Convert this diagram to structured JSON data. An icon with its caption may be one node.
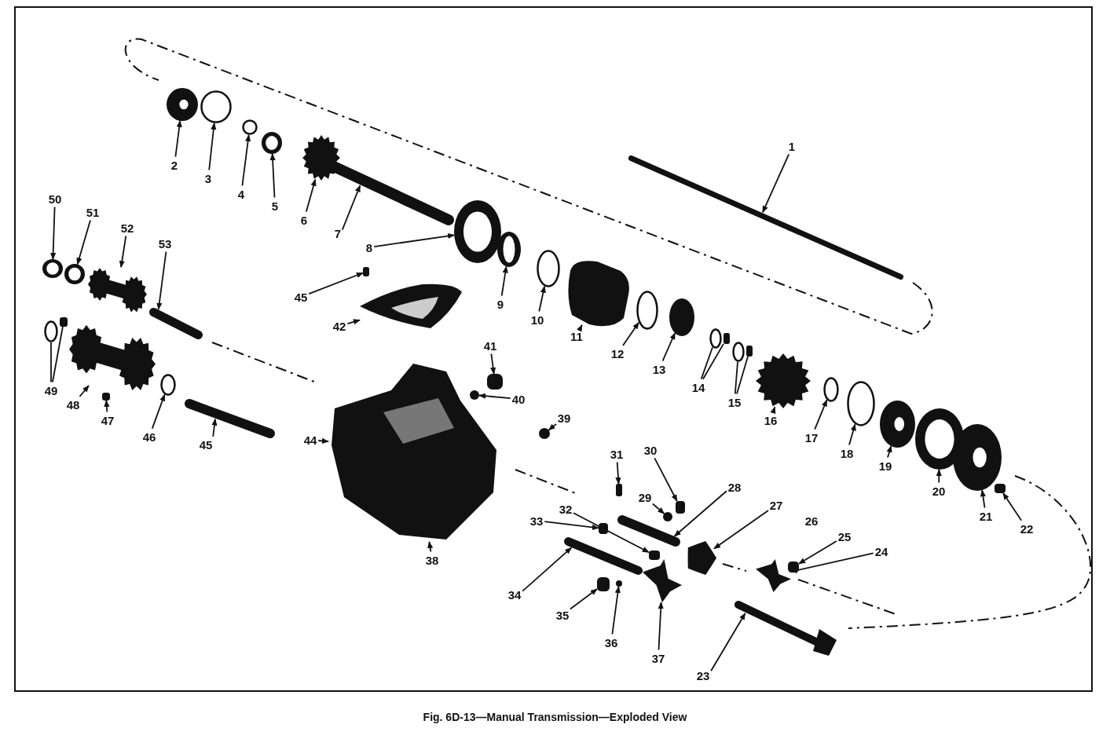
{
  "diagram": {
    "caption": "Fig. 6D-13—Manual Transmission—Exploded View",
    "nodes": [
      {
        "text": [
          "1"
        ]
      },
      {
        "text": [],
        "shape": "picture"
      },
      {
        "text": [
          "2"
        ]
      },
      {
        "text": [],
        "shape": "circle"
      },
      {
        "text": [
          "3"
        ]
      },
      {
        "text": [],
        "shape": "circle"
      },
      {
        "text": [
          "4"
        ]
      },
      {
        "text": [],
        "shape": "circle"
      },
      {
        "text": [
          "5"
        ]
      },
      {
        "text": [],
        "shape": "circle"
      },
      {
        "text": [
          "6"
        ]
      },
      {
        "text": [],
        "shape": "picture"
      },
      {
        "text": [
          "7"
        ]
      },
      {
        "text": [],
        "shape": "picture"
      },
      {
        "text": [
          "8"
        ]
      },
      {
        "text": [],
        "shape": "circle"
      },
      {
        "text": [
          "9"
        ]
      },
      {
        "text": [],
        "shape": "circle"
      },
      {
        "text": [
          "10"
        ]
      },
      {
        "text": [],
        "shape": "circle"
      },
      {
        "text": [
          "11"
        ]
      },
      {
        "text": [],
        "shape": "picture"
      },
      {
        "text": [
          "12"
        ]
      },
      {
        "text": [],
        "shape": "circle"
      },
      {
        "text": [
          "13"
        ]
      },
      {
        "text": [],
        "shape": "circle"
      },
      {
        "text": [
          "14"
        ]
      },
      {
        "text": [],
        "shape": "circle"
      },
      {
        "text": [],
        "shape": "bar"
      },
      {
        "text": [
          "15"
        ]
      },
      {
        "text": [],
        "shape": "circle"
      },
      {
        "text": [],
        "shape": "bar"
      },
      {
        "text": [
          "16"
        ]
      },
      {
        "text": [],
        "shape": "picture"
      },
      {
        "text": [
          "17"
        ]
      },
      {
        "text": [],
        "shape": "circle"
      },
      {
        "text": [
          "18"
        ]
      },
      {
        "text": [],
        "shape": "circle"
      },
      {
        "text": [
          "19"
        ]
      },
      {
        "text": [],
        "shape": "circle"
      },
      {
        "text": [
          "20"
        ]
      },
      {
        "text": [],
        "shape": "circle"
      },
      {
        "text": [
          "21"
        ]
      },
      {
        "text": [],
        "shape": "circle"
      },
      {
        "text": [
          "22"
        ]
      },
      {
        "text": [],
        "shape": "bar"
      },
      {
        "text": [
          "23"
        ]
      },
      {
        "text": [],
        "shape": "picture"
      },
      {
        "text": [
          "24"
        ]
      },
      {
        "text": [],
        "shape": "picture"
      },
      {
        "text": [
          "25"
        ]
      },
      {
        "text": [],
        "shape": "bar"
      },
      {
        "text": [
          "27"
        ]
      },
      {
        "text": [],
        "shape": "picture"
      },
      {
        "text": [
          "28"
        ]
      },
      {
        "text": [],
        "shape": "picture"
      },
      {
        "text": [
          "29"
        ]
      },
      {
        "text": [],
        "shape": "circle"
      },
      {
        "text": [
          "30"
        ]
      },
      {
        "text": [],
        "shape": "bar"
      },
      {
        "text": [
          "31"
        ]
      },
      {
        "text": [],
        "shape": "bar"
      },
      {
        "text": [
          "32"
        ]
      },
      {
        "text": [],
        "shape": "bar"
      },
      {
        "text": [
          "33"
        ]
      },
      {
        "text": [],
        "shape": "bar"
      },
      {
        "text": [
          "34"
        ]
      },
      {
        "text": [],
        "shape": "picture"
      },
      {
        "text": [
          "35"
        ]
      },
      {
        "text": [],
        "shape": "bar"
      },
      {
        "text": [
          "36"
        ]
      },
      {
        "text": [],
        "shape": "circle"
      },
      {
        "text": [
          "37"
        ]
      },
      {
        "text": [],
        "shape": "picture"
      },
      {
        "text": [
          "38"
        ]
      },
      {
        "text": [],
        "shape": "picture"
      },
      {
        "text": [
          "39"
        ]
      },
      {
        "text": [],
        "shape": "circle"
      },
      {
        "text": [
          "40"
        ]
      },
      {
        "text": [],
        "shape": "circle"
      },
      {
        "text": [
          "41"
        ]
      },
      {
        "text": [],
        "shape": "bar"
      },
      {
        "text": [
          "42"
        ]
      },
      {
        "text": [],
        "shape": "picture"
      },
      {
        "text": [
          "44"
        ]
      },
      {
        "text": [
          "45"
        ]
      },
      {
        "text": [],
        "shape": "bar"
      },
      {
        "text": [
          "45"
        ]
      },
      {
        "text": [],
        "shape": "picture"
      },
      {
        "text": [
          "46"
        ]
      },
      {
        "text": [],
        "shape": "circle"
      },
      {
        "text": [
          "47"
        ]
      },
      {
        "text": [],
        "shape": "bar"
      },
      {
        "text": [
          "48"
        ]
      },
      {
        "text": [],
        "shape": "picture"
      },
      {
        "text": [
          "49"
        ]
      },
      {
        "text": [],
        "shape": "circle"
      },
      {
        "text": [],
        "shape": "bar"
      },
      {
        "text": [
          "50"
        ]
      },
      {
        "text": [],
        "shape": "circle"
      },
      {
        "text": [
          "51"
        ]
      },
      {
        "text": [],
        "shape": "circle"
      },
      {
        "text": [
          "52"
        ]
      },
      {
        "text": [],
        "shape": "picture"
      },
      {
        "text": [
          "53"
        ]
      },
      {
        "text": [],
        "shape": "picture"
      }
    ],
    "edges": [
      {
        "from": 0,
        "to": 1,
        "arrow": "to"
      },
      {
        "from": 2,
        "to": 3,
        "arrow": "to"
      },
      {
        "from": 4,
        "to": 5,
        "arrow": "to"
      },
      {
        "from": 6,
        "to": 7,
        "arrow": "to"
      },
      {
        "from": 8,
        "to": 9,
        "arrow": "to"
      },
      {
        "from": 10,
        "to": 11,
        "arrow": "to"
      },
      {
        "from": 12,
        "to": 13,
        "arrow": "to"
      },
      {
        "from": 14,
        "to": 15,
        "arrow": "to"
      },
      {
        "from": 16,
        "to": 17,
        "arrow": "to"
      },
      {
        "from": 18,
        "to": 19,
        "arrow": "to"
      },
      {
        "from": 20,
        "to": 21,
        "arrow": "to"
      },
      {
        "from": 22,
        "to": 23,
        "arrow": "to"
      },
      {
        "from": 24,
        "to": 25,
        "arrow": "to"
      },
      {
        "from": 26,
        "to": 27,
        "arrow": "none"
      },
      {
        "from": 26,
        "to": 28,
        "arrow": "none"
      },
      {
        "from": 29,
        "to": 30,
        "arrow": "none"
      },
      {
        "from": 29,
        "to": 31,
        "arrow": "none"
      },
      {
        "from": 32,
        "to": 33,
        "arrow": "to"
      },
      {
        "from": 34,
        "to": 35,
        "arrow": "to"
      },
      {
        "from": 36,
        "to": 37,
        "arrow": "to"
      },
      {
        "from": 38,
        "to": 39,
        "arrow": "to"
      },
      {
        "from": 40,
        "to": 41,
        "arrow": "to"
      },
      {
        "from": 42,
        "to": 43,
        "arrow": "to"
      },
      {
        "from": 44,
        "to": 45,
        "arrow": "to"
      },
      {
        "from": 46,
        "to": 47,
        "arrow": "to"
      },
      {
        "from": 48,
        "to": 49,
        "arrow": "to"
      },
      {
        "from": 50,
        "to": 51,
        "arrow": "to"
      },
      {
        "from": 52,
        "to": 53,
        "arrow": "to"
      },
      {
        "from": 54,
        "to": 55,
        "arrow": "to"
      },
      {
        "from": 56,
        "to": 57,
        "arrow": "to"
      },
      {
        "from": 58,
        "to": 59,
        "arrow": "to"
      },
      {
        "from": 60,
        "to": 61,
        "arrow": "to"
      },
      {
        "from": 62,
        "to": 63,
        "arrow": "to"
      },
      {
        "from": 64,
        "to": 65,
        "arrow": "to"
      },
      {
        "from": 66,
        "to": 67,
        "arrow": "to"
      },
      {
        "from": 68,
        "to": 69,
        "arrow": "to"
      },
      {
        "from": 70,
        "to": 71,
        "arrow": "to"
      },
      {
        "from": 72,
        "to": 73,
        "arrow": "to"
      },
      {
        "from": 74,
        "to": 75,
        "arrow": "to"
      },
      {
        "from": 76,
        "to": 77,
        "arrow": "to"
      },
      {
        "from": 78,
        "to": 79,
        "arrow": "to"
      },
      {
        "from": 80,
        "to": 81,
        "arrow": "to"
      },
      {
        "from": 82,
        "to": 83,
        "arrow": "to"
      },
      {
        "from": 84,
        "to": 75,
        "arrow": "to"
      },
      {
        "from": 85,
        "to": 86,
        "arrow": "to"
      },
      {
        "from": 87,
        "to": 88,
        "arrow": "to"
      },
      {
        "from": 89,
        "to": 90,
        "arrow": "to"
      },
      {
        "from": 91,
        "to": 92,
        "arrow": "to"
      },
      {
        "from": 93,
        "to": 94,
        "arrow": "to"
      },
      {
        "from": 95,
        "to": 96,
        "arrow": "none"
      },
      {
        "from": 95,
        "to": 97,
        "arrow": "none"
      },
      {
        "from": 98,
        "to": 99,
        "arrow": "to"
      },
      {
        "from": 100,
        "to": 101,
        "arrow": "to"
      },
      {
        "from": 102,
        "to": 103,
        "arrow": "to"
      },
      {
        "from": 104,
        "to": 105,
        "arrow": "to"
      }
    ],
    "labels": [
      "26"
    ]
  }
}
